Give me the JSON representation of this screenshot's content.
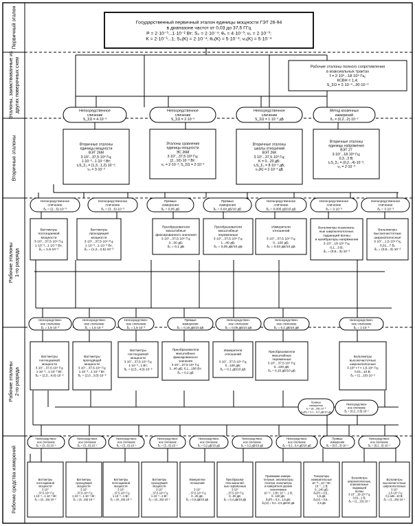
{
  "bands": [
    "Первичный эталон",
    "Эталоны, заимствованные из других поверочных схем",
    "Вторичные эталоны",
    "Рабочие эталоны 1-го разряда",
    "Рабочие эталоны 2-го разряда",
    "Рабочие средства измерений"
  ],
  "primary": {
    "lines": [
      "Государственный первичный эталон единицы мощности ГЭТ 26-94",
      "в диапазоне частот от 0,03 до 37,5 ГГц",
      "P = 2·10⁻³...1·10⁻² Вт; S₀ = 2·10⁻⁴; θ₀ = 4·10⁻³; ν₀ = 2·10⁻³;",
      "K = 2·10⁻¹...1; S₀(K) = 2·10⁻⁴; θ₀(K) = 5·10⁻⁴; ν₀(K) = 5·10⁻⁴"
    ]
  },
  "borrowed": {
    "lines": [
      "Рабочие эталоны полного сопротивления",
      "в коаксиальных трактах",
      "f = 2·10⁹...18·10⁹ Гц;",
      "КСВН = 1,4;",
      "S_ΣΩ = 2·10⁻³...30·10⁻³"
    ]
  },
  "methods_row1": [
    [
      "Непосредственное",
      "сличение",
      "S_ΣΩ = 4·10⁻³"
    ],
    [
      "Непосредственное",
      "сличение",
      "S_ΣΩ = 2·10⁻³"
    ],
    [
      "Непосредственное",
      "сличение",
      "S_ΣΩ = 1·10⁻³ дБ"
    ],
    [
      "Метод косвенных",
      "измерений",
      "δ₀ = (0,2...2)·10⁻²"
    ]
  ],
  "secondary": [
    [
      "Вторичные эталоны",
      "единицы мощности",
      "ВЭТ 26М",
      "3·10⁷...37,5·10⁹ Гц;",
      "1·10⁻³...1·10⁻² Вт;",
      "t₀S_Σ₀ = (1,3...1,2)·10⁻²;",
      "ν₀ = 3·10⁻³"
    ],
    [
      "Эталоны сравнения",
      "единицы мощности",
      "ЭС 26М",
      "3·10⁷...37,5·10⁹ Гц;",
      "(2...10)·10⁻³ Вт;",
      "ν₀ = 2·10⁻³; S_ΣΩ = 2·10⁻³"
    ],
    [
      "Вторичные эталоны",
      "шкалы отношений",
      "ВЭТ 26К",
      "3·10⁷...37,5·10⁹ Гц;",
      "K = 0...20 дБ;",
      "t₀S_Σ₀ = 8·10⁻³ дБ;",
      "ν₀(K) = 2·10⁻³ дБ"
    ],
    [
      "Вторичные эталоны",
      "единицы напряжения",
      "ВЭТ 27",
      "3·10⁷...18·10⁹ Гц;",
      "0,3...3 В;",
      "t₀S_Σ₀ = (0,2...4)·10⁻²;",
      "ν₀ = 2·10⁻³"
    ]
  ],
  "methods_row2": [
    [
      "Непосредственное",
      "сличение",
      "δ₀ = (2...5)·10⁻³"
    ],
    [
      "Непосредственное",
      "сличение",
      "δ₀ = (3...5)·10⁻³"
    ],
    [
      "Прямые",
      "измерения",
      "δ₀ = 0,05 дБ"
    ],
    [
      "Прямые",
      "измерения",
      "δ₀ = 0,04 дБ/10 дБ"
    ],
    [
      "Непосредственное",
      "сличение",
      "δ₀ = 0,005 дБ/10 дБ"
    ],
    [
      "Непосредственное",
      "сличение",
      "δ₀ = 3·10⁻³"
    ],
    [
      "Непосредственное",
      "сличение",
      "δ₀ = 3·10⁻³"
    ]
  ],
  "working1": [
    [
      "Ваттметры",
      "поглощаемой",
      "мощности",
      "3·10⁷...37,5·10⁹ Гц;",
      "1·10⁻³...1·10⁻² Вт;",
      "δ₀ = 1,5·10⁻²"
    ],
    [
      "Ваттметры",
      "проходящей",
      "мощности",
      "3·10⁷...37,5·10⁹ Гц;",
      "1·10⁻³...1·10⁻² Вт;",
      "δ₀ = (1,2...2,5)·10⁻²"
    ],
    [
      "Преобразователи",
      "масштабные",
      "фиксированного значения",
      "3·10⁷...37,5·10⁹ Гц;",
      "3...30 дБ;",
      "δ₀ = 0,1 дБ"
    ],
    [
      "Преобразователи",
      "масштабные",
      "переменные",
      "3·10⁷...37,5·10⁹ Гц;",
      "1...40 дБ;",
      "δ₀ = 0,05 дБ/10 дБ"
    ],
    [
      "Измерители",
      "отношений",
      "",
      "3·10⁷...37,5·10⁹ Гц;",
      "0...100 дБ;",
      "δ₀ = 0,03 дБ/10 дБ"
    ],
    [
      "Вольтметры коаксиаль-",
      "ные широкополосные,",
      "падающей волны",
      "и калибраторы напряжения",
      "3·10⁷...18·10⁹ Гц;",
      "0,1...3 В;",
      "δ₀ = (0,5...3)·10⁻²"
    ],
    [
      "Вольтметры",
      "высокочастотные",
      "широкополосные",
      "3·10⁷...1,5·10⁹ Гц;",
      "0,01...7 В;",
      "δ₀ = (0,5...3)·10⁻²"
    ]
  ],
  "methods_row3": [
    [
      "Непосредствен-",
      "ное сличение",
      "δ₀ = 1,5·10⁻²"
    ],
    [
      "Непосредствен-",
      "ное сличение",
      "δ₀ = 1,5·10⁻²"
    ],
    [
      "Непосредствен-",
      "ное сличение",
      "δ₀ = 1,5·10⁻²"
    ],
    [
      "Прямые",
      "измерения",
      "δ₀ = 0,15 дБ/10 дБ"
    ],
    [
      "Непосредствен-",
      "ное сличение",
      "δ₀ = 0,05 дБ/10 дБ"
    ],
    [
      "Непосредствен-",
      "ное сличение",
      "δ₀ = 0,1 дБ/10 дБ"
    ],
    [
      "Непосредствен-",
      "ное сличение",
      "δ₀ = 1·10⁻²"
    ]
  ],
  "working2": [
    [
      "Ваттметры",
      "поглощаемой",
      "мощности",
      "3·10⁷...37,5·10⁹ Гц;",
      "1·10⁻³...1·10⁻² Вт;",
      "δ₀ = (2,5...4,0)·10⁻²"
    ],
    [
      "Ваттметры",
      "проходящей",
      "мощности",
      "3·10⁷...37,5·10⁹ Гц;",
      "1·10⁻³...1·10⁻² Вт;",
      "δ₀ = (2,0...3,0)·10⁻²"
    ],
    [
      "Ваттметры",
      "поглощаемой",
      "мощности",
      "3·10⁷...37,5·10⁹ Гц;",
      "1·10⁻³...1 Вт;",
      "δ₀ = (2,5...4,0)·10⁻²"
    ],
    [
      "Преобразователи",
      "масштабные",
      "фиксированного",
      "значения",
      "3·10⁷...37,5·10⁹ Гц;",
      "3...40 дБ; 0,1...100 Вт;",
      "δ₀ = 0,2 дБ"
    ],
    [
      "Измерители",
      "отношений",
      "",
      "3·10⁷...37,5·10⁹ Гц;",
      "0...100 дБ;",
      "δ₀ = 0,1 дБ/10 дБ"
    ],
    [
      "Преобразователи",
      "масштабные",
      "переменные",
      "3·10⁷...37,5·10⁹ Гц;",
      "0...100 дБ;",
      "δ₀ = 0,15 дБ/10 дБ"
    ],
    [
      "Вольтметры",
      "высокочастотные",
      "широкополосные",
      "3·10³ < f < 1,5·10⁹ Гц;",
      "0,01...10 В;",
      "δ₀ = (1...10)·10⁻²"
    ]
  ],
  "direct_small": [
    "Прямые",
    "измерения",
    "f₀ = (8...25)·10⁻³",
    "S₀(K) = 0,1...0,2 дБ/10 дБ"
  ],
  "direct_small2": [
    "Непосредствен-",
    "ное сличение",
    "δ₀ = (0,2...0,5)·10⁻²"
  ],
  "methods_row4": [
    [
      "Непосредствен-",
      "ное сличение",
      "δ₀ = (3...6)·10⁻²"
    ],
    [
      "Непосредствен-",
      "ное сличение",
      "δ₀ = (3...6)·10⁻²"
    ],
    [
      "Непосредствен-",
      "ное сличение",
      "δ₀ = (3...6)·10⁻²"
    ],
    [
      "Непосредствен-",
      "ное сличение",
      "δ₀ = (3...6)·10⁻²"
    ],
    [
      "Непосредствен-",
      "ное сличение",
      "δ₀ = 0,2 дБ/10 дБ"
    ],
    [
      "Непосредствен-",
      "ное сличение",
      "δ₀ = 0,2 дБ/10 дБ"
    ],
    [
      "Непосредствен-",
      "ное сличение",
      "δ₀ = 0,2...0,4 дБ/10 дБ"
    ],
    [
      "Прямые",
      "измерения",
      "δ₀ = (0,5...3)·10⁻²"
    ],
    [
      "Непосредствен-",
      "ное сличение",
      "δ₀ = (0,2...5)·10⁻²"
    ]
  ],
  "measuring": [
    [
      "Ваттметры",
      "поглощаемой",
      "мощности",
      "3·10⁷",
      "...37,5·10⁹ Гц;",
      "1·10⁻⁶...1·10⁻² Вт;",
      "δ₀ = (6...15)·10⁻²"
    ],
    [
      "Ваттметры",
      "проходящей",
      "мощности",
      "3·10⁷",
      "...37,5·10⁹ Гц;",
      "1·10⁻⁶...1·10⁻² Вт;",
      "δ₀ = (6...25)·10⁻²"
    ],
    [
      "Ваттметры",
      "поглощаемой",
      "мощности",
      "3·10⁷",
      "...37,5·10⁹ Гц;",
      "1·10⁻³...1 Вт;",
      "δ₀ = (8...25)·10⁻²"
    ],
    [
      "Ваттметры",
      "проходящей",
      "мощности",
      "3·10⁷",
      "...37,5·10⁹ Гц;",
      "1·10⁻³...1 Вт;",
      "δ₀ = (6...25)·10⁻²"
    ],
    [
      "Измерители",
      "отношений",
      "",
      "3·10⁷",
      "...37,5·10⁹ Гц;",
      "0...40 дБ;",
      "δ₀ = 0,5 дБ/10 дБ"
    ],
    [
      "Преобразова-",
      "тели масштаб-",
      "ные переменные",
      "3·10⁷",
      "...37,5·10⁹ Гц;",
      "0...60 дБ;",
      "δ₀ = 0,4 дБ/10 дБ"
    ],
    [
      "Приемники измери-",
      "тельные, анализаторы",
      "спектра, вольтметры",
      "и измерители уровня",
      "селективные",
      "10⁻¹⁵...1 Вт; 10⁻¹...1 В;",
      "0...120 дБ;",
      "δ₀(P) = 0,4...1,5 дБ;",
      "δ₀(U) = 0,2...2,5 дБ/10 дБ"
    ],
    [
      "Генераторы",
      "измерительные",
      "10⁻¹⁵...10⁻² Вт;",
      "10⁻⁷...1 В;",
      "0...140 дБ;",
      "δ₀(P) = 0,5...",
      "1,5 дБ;",
      "δ₀(U) = 0,5...",
      "2,5 дБ"
    ],
    [
      "Вольтметры",
      "широкополосные,",
      "коаксиальные",
      "падающей",
      "волны",
      "3·10⁷...18·10⁹ Гц;",
      "0,01...1 В;",
      "δ₀ = (1...15)·10⁻²"
    ],
    [
      "Вольтметры",
      "высокочастотные",
      "широкополосные",
      "3·10⁷",
      "...1,5·10⁹ Гц;",
      "0,1 мВ...10 В;",
      "δ₀ = (1...25)·10⁻²"
    ]
  ]
}
